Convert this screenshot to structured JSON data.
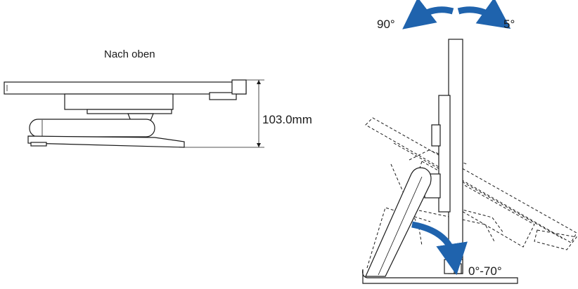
{
  "labels": {
    "top_view_title": "Nach oben",
    "height_dimension": "103.0mm",
    "tilt_back": "90°",
    "tilt_forward": "5°",
    "stand_angle": "0°-70°"
  },
  "colors": {
    "arrow": "#1f63ad",
    "line": "#1a1a1a"
  }
}
